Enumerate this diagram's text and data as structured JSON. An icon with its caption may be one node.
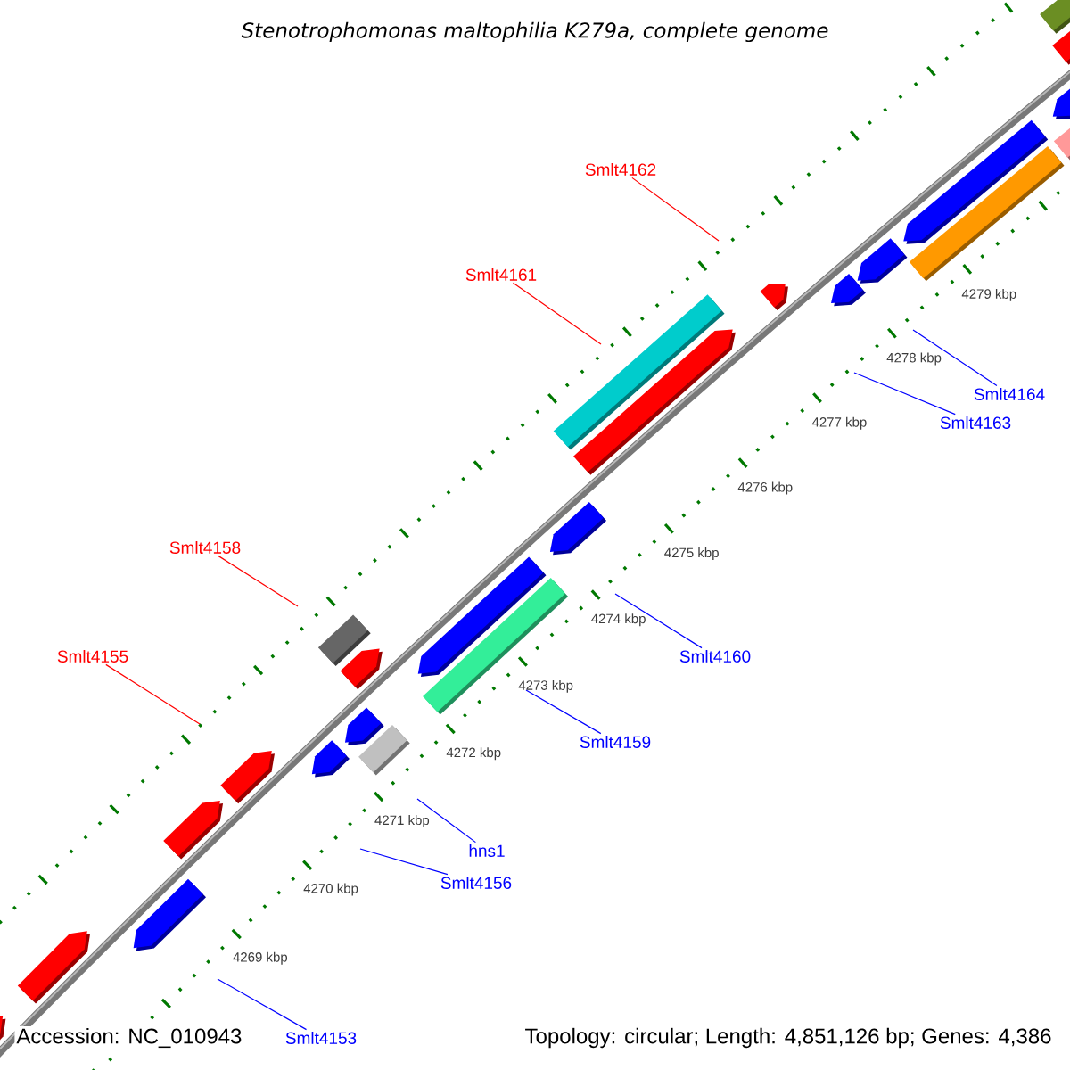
{
  "diagram": {
    "title": "Stenotrophomonas maltophilia K279a, complete genome",
    "nodes": [
      {
        "text": [
          "Smlt4162"
        ]
      },
      {
        "text": [
          "Smlt4161"
        ]
      },
      {
        "text": [
          "Smlt4164"
        ]
      },
      {
        "text": [
          "Smlt4163"
        ]
      },
      {
        "text": [
          "Smlt4158"
        ]
      },
      {
        "text": [
          "Smlt4155"
        ]
      },
      {
        "text": [
          "Smlt4160"
        ]
      },
      {
        "text": [
          "Smlt4159"
        ]
      },
      {
        "text": [
          "hns1"
        ]
      },
      {
        "text": [
          "Smlt4156"
        ]
      },
      {
        "text": [
          "Smlt4153"
        ]
      }
    ],
    "edges": [
      {
        "from": 0,
        "to": null,
        "arrow": "none",
        "color": "#ff0000"
      },
      {
        "from": 1,
        "to": null,
        "arrow": "none",
        "color": "#ff0000"
      },
      {
        "from": 2,
        "to": null,
        "arrow": "none",
        "color": "#0000ff"
      },
      {
        "from": 3,
        "to": null,
        "arrow": "none",
        "color": "#0000ff"
      },
      {
        "from": 4,
        "to": null,
        "arrow": "none",
        "color": "#ff0000"
      },
      {
        "from": 5,
        "to": null,
        "arrow": "none",
        "color": "#ff0000"
      },
      {
        "from": 6,
        "to": null,
        "arrow": "none",
        "color": "#0000ff"
      },
      {
        "from": 7,
        "to": null,
        "arrow": "none",
        "color": "#0000ff"
      },
      {
        "from": 8,
        "to": null,
        "arrow": "none",
        "color": "#0000ff"
      },
      {
        "from": 9,
        "to": null,
        "arrow": "none",
        "color": "#0000ff"
      },
      {
        "from": 10,
        "to": null,
        "arrow": "none",
        "color": "#0000ff"
      }
    ],
    "labels": [
      "4279 kbp",
      "4278 kbp",
      "4277 kbp",
      "4276 kbp",
      "4275 kbp",
      "4274 kbp",
      "4273 kbp",
      "4272 kbp",
      "4271 kbp",
      "4270 kbp",
      "4269 kbp",
      "Accession: NC_010943",
      "Topology: circular; Length: 4,851,126 bp; Genes: 4,386"
    ]
  }
}
